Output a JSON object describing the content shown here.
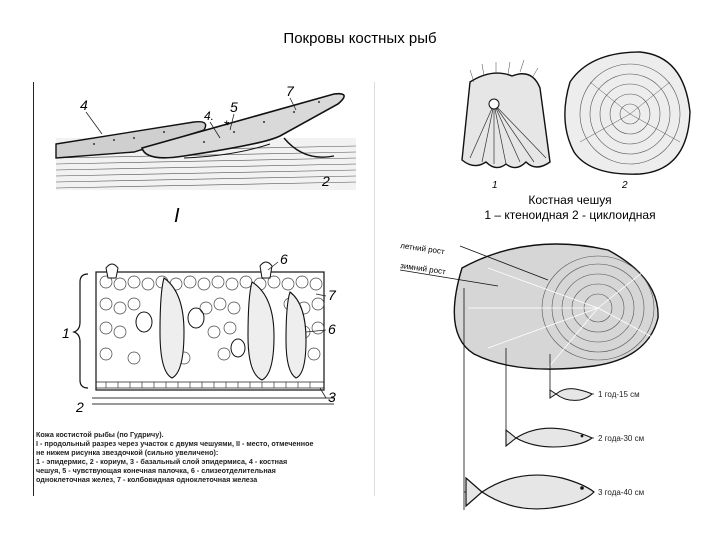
{
  "title": "Покровы костных рыб",
  "left_figure": {
    "section_roman_top": "I",
    "labels_top": [
      "4",
      "4.",
      "5",
      "7",
      "2"
    ],
    "star": "*",
    "labels_bottom": [
      "6",
      "7",
      "6",
      "1",
      "2",
      "3"
    ],
    "caption_lines": [
      "Кожа костистой рыбы (по Гудричу).",
      "I - продольный разрез через участок с двумя чешуями, II - место, отмеченное",
      "не нижем рисунка звездочкой (сильно увеличено):",
      "1 - эпидермис, 2 - кориум, 3 - базальный слой эпидермиса, 4 - костная",
      "чешуя, 5 - чувствующая конечная палочка, 6 - слизеотделительная",
      "одноклеточная желез, 7 - колбовидная одноклеточная железа"
    ]
  },
  "scales_figure": {
    "label_1": "1",
    "label_2": "2",
    "caption_title": "Костная чешуя",
    "caption_subtitle": "1 – ктеноидная 2 - циклоидная"
  },
  "growth_figure": {
    "label_summer": "летний рост",
    "label_winter": "зимний рост",
    "ages": [
      "1 год-15 см",
      "2 года-30 см",
      "3 года-40 см"
    ]
  }
}
